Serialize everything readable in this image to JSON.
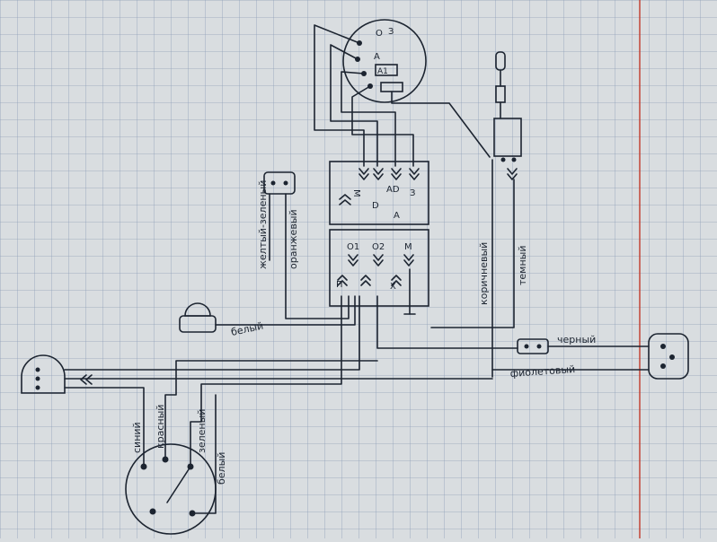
{
  "diagram": {
    "wire_labels": {
      "yellow_green": "желтый-зеленый",
      "orange": "оранжевый",
      "white_top": "белый",
      "brown": "коричневый",
      "dark": "темный",
      "black": "черный",
      "violet": "фиолетовый",
      "blue": "синий",
      "red": "красный",
      "green": "зеленый",
      "white_bottom": "белый"
    },
    "block_top_labels": [
      "M",
      "D",
      "AD",
      "A",
      "З"
    ],
    "block_bottom_labels": [
      "O1",
      "O2",
      "M",
      "П",
      "X"
    ],
    "ignition_labels": [
      "О",
      "З",
      "А",
      "А1"
    ],
    "colors": {
      "paper": "#d9dde0",
      "grid": "#8fa0b8",
      "ink": "#1c2430",
      "margin": "#c0392b"
    }
  }
}
